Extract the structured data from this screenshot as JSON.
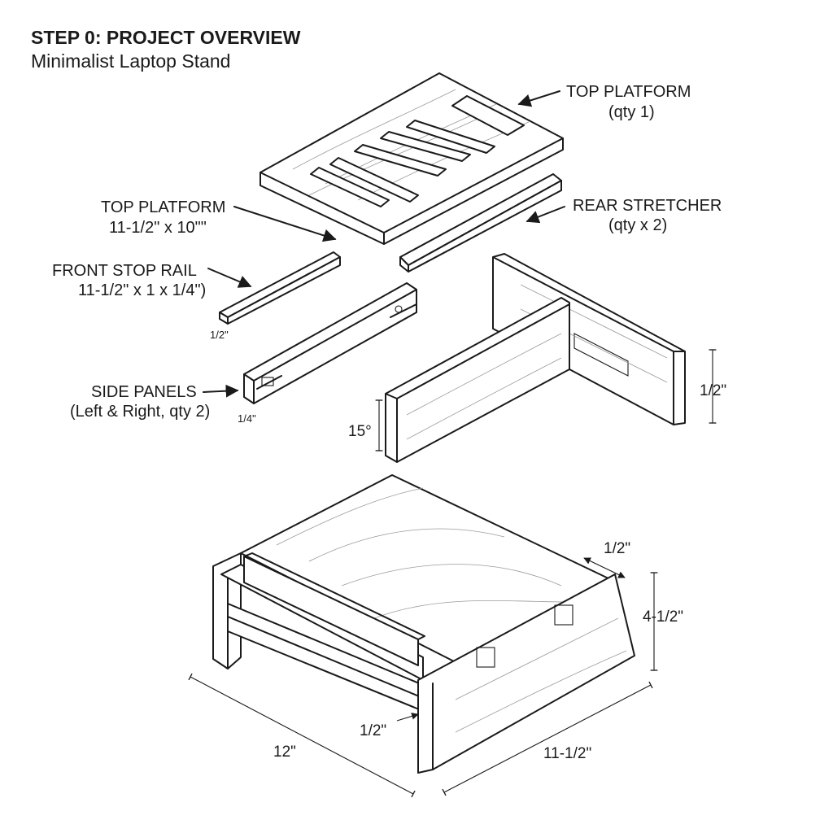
{
  "header": {
    "title": "STEP 0: PROJECT OVERVIEW",
    "subtitle": "Minimalist Laptop Stand"
  },
  "callouts": {
    "top_platform_qty_title": "TOP PLATFORM",
    "top_platform_qty": "(qty 1)",
    "top_platform_size_title": "TOP PLATFORM",
    "top_platform_size": "11-1/2\" x 10\"\"",
    "rear_stretcher_title": "REAR STRETCHER",
    "rear_stretcher_qty": "(qty x 2)",
    "front_stop_rail_title": "FRONT STOP RAIL",
    "front_stop_rail_size": "11-1/2\" x 1 x 1/4\")",
    "side_panels_title": "SIDE PANELS",
    "side_panels_qty": "(Left & Right, qty 2)"
  },
  "dimensions": {
    "rail_end": "1/2\"",
    "side_panel_thickness": "1/4\"",
    "angle": "15°",
    "panel_height": "1/2\"",
    "assembly_top_thickness": "1/2\"",
    "assembly_height": "4-1/2\"",
    "assembly_front_thickness": "1/2\"",
    "assembly_width": "12\"",
    "assembly_depth": "11-1/2\""
  }
}
